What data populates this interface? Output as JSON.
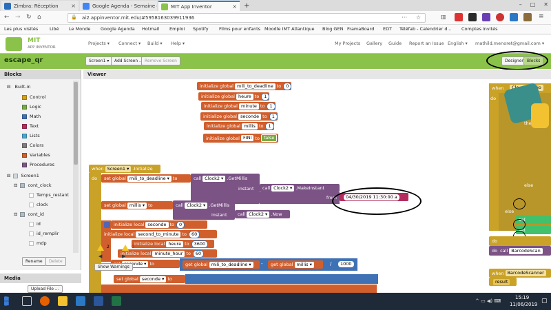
{
  "browser": {
    "tabs": [
      {
        "title": "Zimbra: Réception",
        "color": "#2a6ebb"
      },
      {
        "title": "Google Agenda - Semaine du",
        "color": "#4285f4"
      },
      {
        "title": "MIT App Inventor",
        "color": "#8bc34a"
      }
    ],
    "new_tab": "+",
    "url": "ai2.appinventor.mit.edu/#5958163039911936",
    "bookmarks": [
      "Les plus visités",
      "Libé",
      "Le Monde",
      "Google Agenda",
      "Hotmail",
      "Emploi",
      "Spotify",
      "Films pour enfants",
      "Moodle IMT Atlantique",
      "Blog GEN",
      "FramaBoard",
      "EDT",
      "Téléfab - Calendrier d...",
      "Comptes invités"
    ]
  },
  "header": {
    "logo_top": "MIT",
    "logo_bottom": "APP INVENTOR",
    "menus": [
      "Projects ▾",
      "Connect ▾",
      "Build ▾",
      "Help ▾"
    ],
    "right": [
      "My Projects",
      "Gallery",
      "Guide",
      "Report an Issue",
      "English ▾",
      "mathild.menoret@gmail.com ▾"
    ]
  },
  "project": {
    "name": "escape_qr",
    "screen_select": "Screen1 ▾",
    "add_screen": "Add Screen ...",
    "remove_screen": "Remove Screen",
    "designer": "Designer",
    "blocks": "Blocks"
  },
  "blocks_panel": {
    "title": "Blocks",
    "builtin": "Built-in",
    "categories": [
      {
        "label": "Control",
        "color": "#d4a017"
      },
      {
        "label": "Logic",
        "color": "#77ab41"
      },
      {
        "label": "Math",
        "color": "#3f71b5"
      },
      {
        "label": "Text",
        "color": "#b32d5e"
      },
      {
        "label": "Lists",
        "color": "#49a6d4"
      },
      {
        "label": "Colors",
        "color": "#7d7d7d"
      },
      {
        "label": "Variables",
        "color": "#d05f2d"
      },
      {
        "label": "Procedures",
        "color": "#7c5385"
      }
    ],
    "screen": "Screen1",
    "components": [
      "cont_clock",
      "Temps_restant",
      "clock",
      "cont_id",
      "id",
      "id_remplir",
      "mdp"
    ],
    "rename": "Rename",
    "delete": "Delete",
    "media_title": "Media",
    "upload": "Upload File ..."
  },
  "viewer": {
    "title": "Viewer",
    "globals": [
      {
        "name": "mili_to_deadline",
        "value": "0"
      },
      {
        "name": "heure",
        "value": "1"
      },
      {
        "name": "minute",
        "value": "1"
      },
      {
        "name": "seconde",
        "value": "1"
      },
      {
        "name": "millis",
        "value": "1"
      },
      {
        "name": "FINI",
        "value": "false"
      }
    ],
    "init_global": "initialize global",
    "to": "to",
    "when": "when",
    "do": "do",
    "screen_initialize": ".Initialize",
    "screen_comp": "Screen1 ▾",
    "set_global": "set global",
    "set": "set",
    "var_mili": "mili_to_deadline ▾",
    "var_millis": "millis ▾",
    "var_seconde": "seconde ▾",
    "call": "call",
    "clock2": "Clock2 ▾",
    "getmillis": ".GetMillis",
    "makeinstant": ".MakeInstant",
    "now": ".Now",
    "instant": "instant",
    "from": "from",
    "datetime": "04/30/2019 11:30:00 a",
    "init_local": "initialize local",
    "locals": [
      {
        "name": "seconde",
        "value": "0"
      },
      {
        "name": "second_to_minute",
        "value": "60"
      },
      {
        "name": "heure",
        "value": "3600"
      },
      {
        "name": "minute_hour",
        "value": "60"
      }
    ],
    "get_global": "get global",
    "get_mili": "mili_to_deadline ▾",
    "get_millis": "millis ▾",
    "minus": "-",
    "divide": "/",
    "thousand": "1000",
    "warn_count": "2",
    "err_count": "0",
    "show_warnings": "Show Warnings",
    "right_when": "when",
    "right_do": "do",
    "right_then": "then",
    "right_else": "else",
    "right_connexion": "Clo_connexio",
    "barcode_scan": "BarcodeScan",
    "barcode_scanner": "BarcodeScanner",
    "result": "result"
  },
  "taskbar": {
    "time": "15:19",
    "date": "11/06/2019"
  }
}
